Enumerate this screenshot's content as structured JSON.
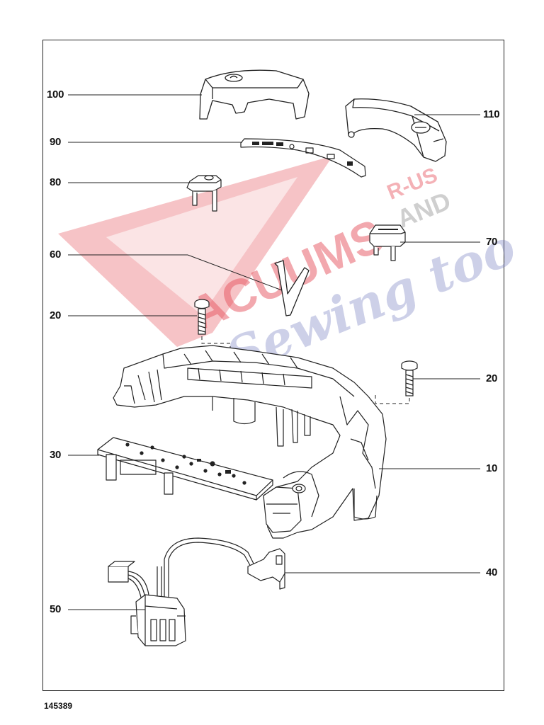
{
  "watermark": {
    "word_main": "ACUUMS",
    "word_side_top": "R-US",
    "word_side_bottom": "AND",
    "word_script": "Sewing too",
    "colors": {
      "red": "#e02d3a",
      "blue": "#6f78bd",
      "gray": "#8a8a8a"
    }
  },
  "callouts": [
    {
      "id": "100",
      "label": "100",
      "part": "cover"
    },
    {
      "id": "110",
      "label": "110",
      "part": "cap-with-button"
    },
    {
      "id": "90",
      "label": "90",
      "part": "control-panel-membrane"
    },
    {
      "id": "80",
      "label": "80",
      "part": "switch-button"
    },
    {
      "id": "70",
      "label": "70",
      "part": "push-button"
    },
    {
      "id": "60",
      "label": "60",
      "part": "spring-clip"
    },
    {
      "id": "20a",
      "label": "20",
      "part": "screw"
    },
    {
      "id": "20b",
      "label": "20",
      "part": "screw"
    },
    {
      "id": "30",
      "label": "30",
      "part": "circuit-board"
    },
    {
      "id": "10",
      "label": "10",
      "part": "housing-frame"
    },
    {
      "id": "40",
      "label": "40",
      "part": "micro-switch"
    },
    {
      "id": "50",
      "label": "50",
      "part": "wiring-connector"
    }
  ],
  "document_number": "145389",
  "line_color": "#222222"
}
